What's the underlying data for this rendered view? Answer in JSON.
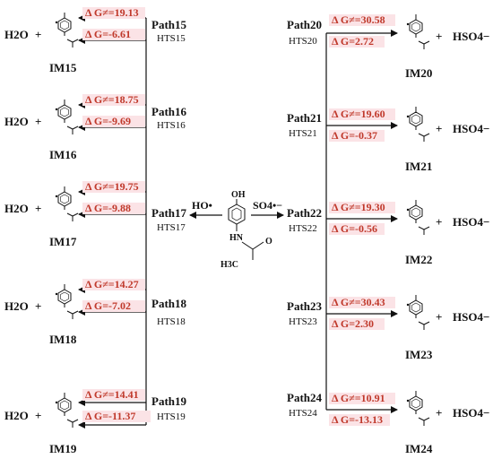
{
  "colors": {
    "energy_text": "#c0392b",
    "energy_highlight": "#fbe3e6",
    "lines": "#111111"
  },
  "center": {
    "left_radical": "HO•",
    "right_radical": "SO4•−",
    "label_oh": "OH",
    "label_nh": "HN",
    "label_h3c": "H3C",
    "label_o": "O"
  },
  "molecule": {
    "oh": "OH",
    "nh": "N",
    "h": "H",
    "o": "O"
  },
  "left_paths": [
    {
      "path": "Path15",
      "hts": "HTS15",
      "im": "IM15",
      "side_product": "H2O",
      "plus": "+",
      "dg_ts": "Δ G≠=19.13",
      "dg": "Δ G=-6.61"
    },
    {
      "path": "Path16",
      "hts": "HTS16",
      "im": "IM16",
      "side_product": "H2O",
      "plus": "+",
      "dg_ts": "Δ G≠=18.75",
      "dg": "Δ G=-9.69"
    },
    {
      "path": "Path17",
      "hts": "HTS17",
      "im": "IM17",
      "side_product": "H2O",
      "plus": "+",
      "dg_ts": "Δ G≠=19.75",
      "dg": "Δ G=-9.88"
    },
    {
      "path": "Path18",
      "hts": "HTS18",
      "im": "IM18",
      "side_product": "H2O",
      "plus": "+",
      "dg_ts": "Δ G≠=14.27",
      "dg": "Δ G=-7.02"
    },
    {
      "path": "Path19",
      "hts": "HTS19",
      "im": "IM19",
      "side_product": "H2O",
      "plus": "+",
      "dg_ts": "Δ G≠=14.41",
      "dg": "Δ G=-11.37"
    }
  ],
  "right_paths": [
    {
      "path": "Path20",
      "hts": "HTS20",
      "im": "IM20",
      "side_product": "HSO4−",
      "plus": "+",
      "dg_ts": "Δ G≠=30.58",
      "dg": "Δ G=2.72"
    },
    {
      "path": "Path21",
      "hts": "HTS21",
      "im": "IM21",
      "side_product": "HSO4−",
      "plus": "+",
      "dg_ts": "Δ G≠=19.60",
      "dg": "Δ G=-0.37"
    },
    {
      "path": "Path22",
      "hts": "HTS22",
      "im": "IM22",
      "side_product": "HSO4−",
      "plus": "+",
      "dg_ts": "Δ G≠=19.30",
      "dg": "Δ G=-0.56"
    },
    {
      "path": "Path23",
      "hts": "HTS23",
      "im": "IM23",
      "side_product": "HSO4−",
      "plus": "+",
      "dg_ts": "Δ G≠=30.43",
      "dg": "Δ G=2.30"
    },
    {
      "path": "Path24",
      "hts": "HTS24",
      "im": "IM24",
      "side_product": "HSO4−",
      "plus": "+",
      "dg_ts": "Δ G≠=10.91",
      "dg": "Δ G=-13.13"
    }
  ]
}
